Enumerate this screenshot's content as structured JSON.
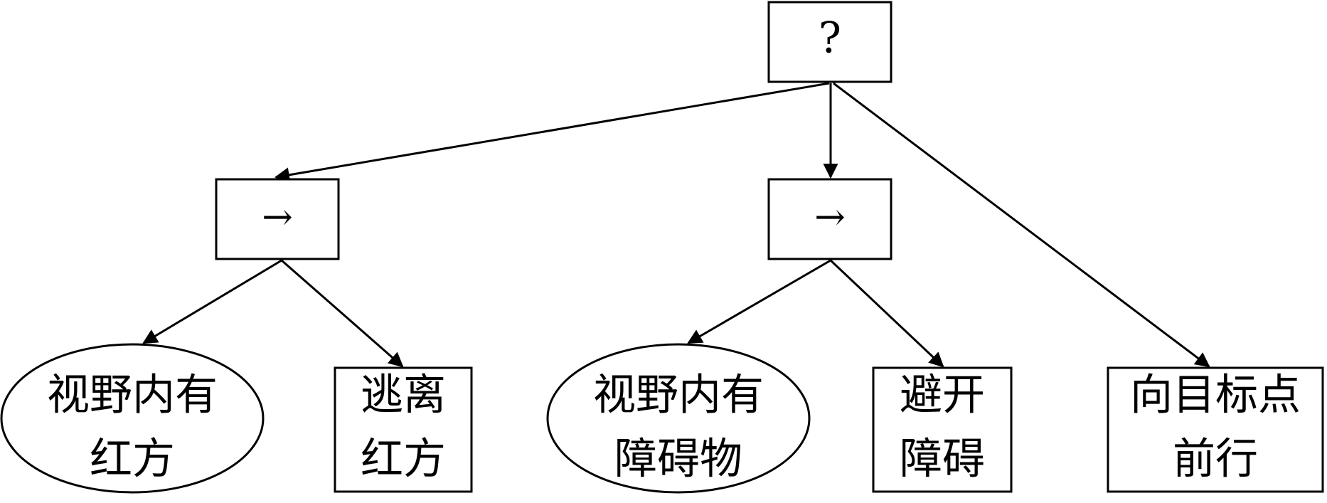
{
  "diagram": {
    "root": {
      "label": "?"
    },
    "sequence_nodes": [
      {
        "label": "→"
      },
      {
        "label": "→"
      }
    ],
    "leaves": [
      {
        "lines": [
          "视野内有",
          "红方"
        ]
      },
      {
        "lines": [
          "逃离",
          "红方"
        ]
      },
      {
        "lines": [
          "视野内有",
          "障碍物"
        ]
      },
      {
        "lines": [
          "避开",
          "障碍"
        ]
      },
      {
        "lines": [
          "向目标点",
          "前行"
        ]
      }
    ]
  }
}
